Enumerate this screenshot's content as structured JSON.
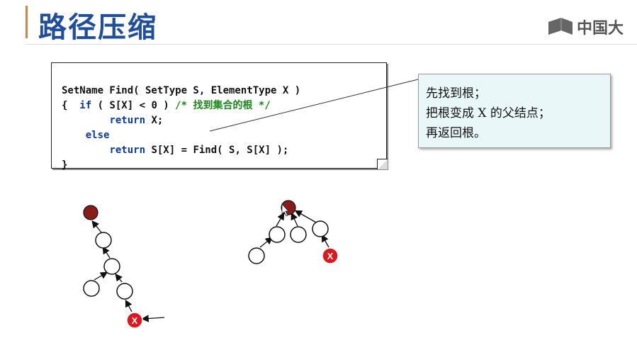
{
  "slide": {
    "title": "路径压缩",
    "watermark_text": "中国大"
  },
  "code": {
    "lines": [
      [
        "SetName Find( SetType S, ElementType X )"
      ],
      [
        "{  ",
        "if",
        " ( S[X] < 0 ) ",
        "/* 找到集合的根 */"
      ],
      [
        "        ",
        "return",
        " X;"
      ],
      [
        "    ",
        "else"
      ],
      [
        "        ",
        "return",
        " S[X] = Find( S, S[X] );"
      ],
      [
        "}"
      ]
    ]
  },
  "callout": {
    "lines": [
      "先找到根；",
      "把根变成 X 的父结点；",
      "再返回根。"
    ]
  },
  "trees": {
    "x_marker": "X",
    "colors": {
      "root": "#8b1a1a",
      "x_node": "#e0161e",
      "node": "#ffffff",
      "stroke": "#111111"
    }
  }
}
